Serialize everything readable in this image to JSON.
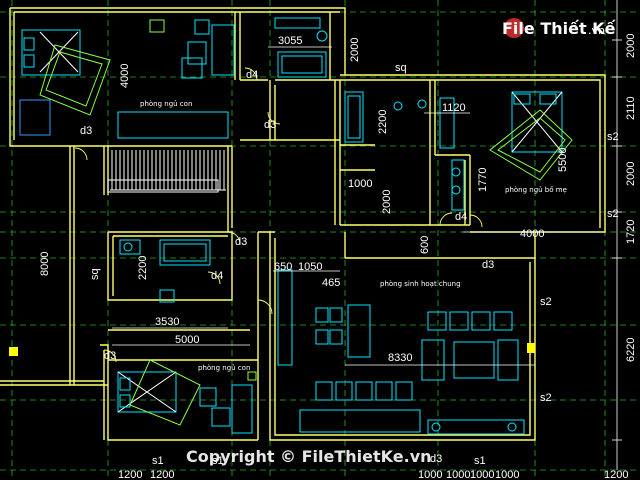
{
  "watermark": {
    "logo_text": "File Thiết Kế",
    "logo_suffix": ".vn",
    "copyright": "Copyright © FileThietKe.vn"
  },
  "rooms": {
    "bed_child_1": "phòng ngủ con",
    "bed_master": "phòng ngủ bố mẹ",
    "living": "phòng sinh hoạt chung",
    "bed_child_2": "phòng ngủ con"
  },
  "dimensions": {
    "d3055": "3055",
    "d4000_left": "4000",
    "d2000_top": "2000",
    "d1120": "1120",
    "d2200_a": "2200",
    "d5500": "5500",
    "d1770": "1770",
    "d1000": "1000",
    "d2000_mid": "2000",
    "d4000_right": "4000",
    "d600": "600",
    "d2200_b": "2200",
    "d650": "650",
    "d1050": "1050",
    "d465": "465",
    "d3530": "3530",
    "d5000": "5000",
    "d8330": "8330",
    "d8000": "8000",
    "r2000": "2000",
    "r2110": "2110",
    "r2000b": "2000",
    "r1720": "1720",
    "r6220": "6220",
    "b1200a": "1200",
    "b1200b": "1200",
    "b1000a": "1000",
    "b1000b": "1000",
    "b1000c": "1000",
    "b1000d": "1000",
    "b1200c": "1200"
  },
  "tags": {
    "d4_a": "d4",
    "d3_a": "d3",
    "d3_b": "d3",
    "sq_a": "sq",
    "s2_a": "s2",
    "s2_b": "s2",
    "d4_b": "d4",
    "d3_c": "d3",
    "d4_c": "d4",
    "d3_d": "d3",
    "sq_b": "sq",
    "d3_e": "d3",
    "s2_c": "s2",
    "s2_d": "s2",
    "s1_a": "s1",
    "s1_b": "s1",
    "d3_f": "d3",
    "s1_c": "s1"
  },
  "colors": {
    "wall": "#ffff66",
    "grid": "#33ff33",
    "fixture": "#00ffff",
    "stair": "#ffffff",
    "highlight": "#ffff00"
  }
}
